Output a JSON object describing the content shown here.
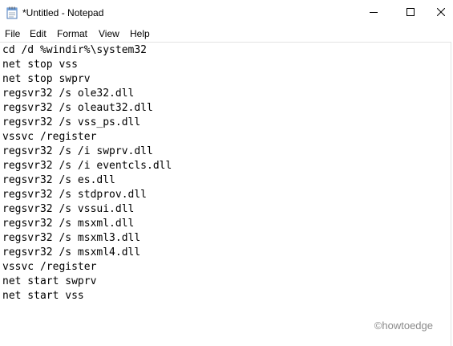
{
  "window": {
    "title": "*Untitled - Notepad",
    "app_icon": "notepad-icon",
    "controls": {
      "minimize_icon": "minimize-icon",
      "maximize_icon": "maximize-icon",
      "close_icon": "close-icon"
    }
  },
  "menu": {
    "items": [
      "File",
      "Edit",
      "Format",
      "View",
      "Help"
    ]
  },
  "editor": {
    "lines": [
      "cd /d %windir%\\system32",
      "net stop vss",
      "net stop swprv",
      "regsvr32 /s ole32.dll",
      "regsvr32 /s oleaut32.dll",
      "regsvr32 /s vss_ps.dll",
      "vssvc /register",
      "regsvr32 /s /i swprv.dll",
      "regsvr32 /s /i eventcls.dll",
      "regsvr32 /s es.dll",
      "regsvr32 /s stdprov.dll",
      "regsvr32 /s vssui.dll",
      "regsvr32 /s msxml.dll",
      "regsvr32 /s msxml3.dll",
      "regsvr32 /s msxml4.dll",
      "vssvc /register",
      "net start swprv",
      "net start vss"
    ]
  },
  "watermark": "©howtoedge"
}
